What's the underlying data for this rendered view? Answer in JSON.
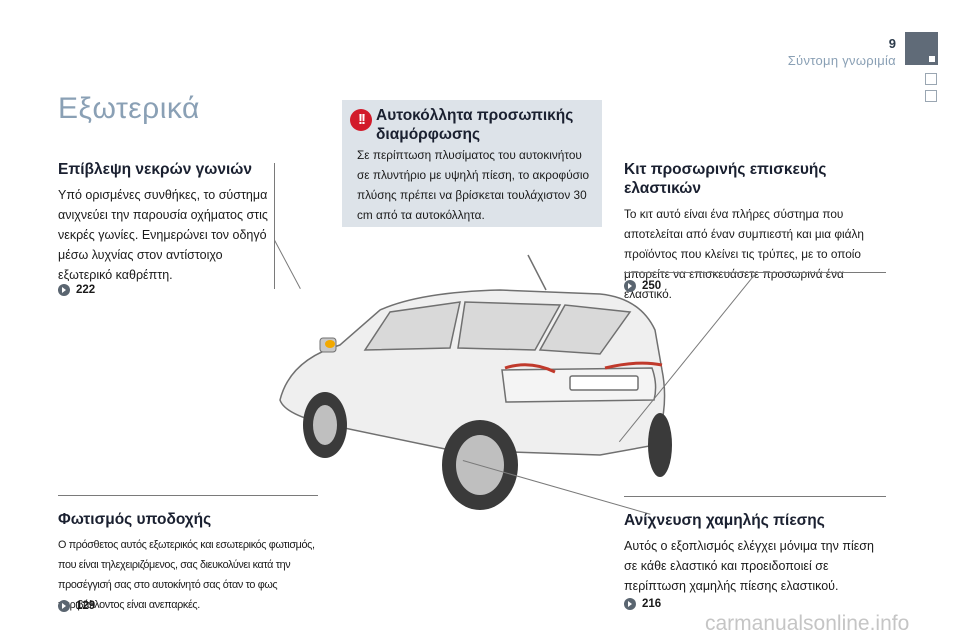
{
  "header": {
    "page_number": "9",
    "section_title": "Σύντομη γνωριμία"
  },
  "page_title": "Εξωτερικά",
  "sections": {
    "blind_spot": {
      "title": "Επίβλεψη νεκρών γωνιών",
      "text": "Υπό ορισμένες συνθήκες, το σύστημα ανιχνεύει την παρουσία οχήματος στις νεκρές γωνίες. Ενημερώνει τον οδηγό μέσω λυχνίας στον αντίστοιχο εξωτερικό καθρέπτη.",
      "ref": "222"
    },
    "stickers": {
      "title": "Αυτοκόλλητα προσωπικής διαμόρφωσης",
      "text": "Σε περίπτωση πλυσίματος του αυτοκινήτου σε πλυντήριο με υψηλή πίεση, το ακροφύσιο πλύσης πρέπει να βρίσκεται τουλάχιστον 30 cm από τα αυτοκόλλητα.",
      "icon": "warning-icon"
    },
    "repair_kit": {
      "title": "Κιτ προσωρινής επισκευής ελαστικών",
      "text": "Το κιτ αυτό είναι ένα πλήρες σύστημα που αποτελείται από έναν συμπιεστή και μια φιάλη προϊόντος που κλείνει τις τρύπες, με το οποίο μπορείτε να επισκευάσετε προσωρινά ένα ελαστικό.",
      "ref": "250"
    },
    "welcome_light": {
      "title": "Φωτισμός υποδοχής",
      "text": "Ο πρόσθετος αυτός εξωτερικός και εσωτερικός φωτισμός, που είναι τηλεχειριζόμενος, σας διευκολύνει κατά την προσέγγισή σας στο αυτοκίνητό σας όταν το φως περιβάλλοντος είναι ανεπαρκές.",
      "ref": "129"
    },
    "low_pressure": {
      "title": "Ανίχνευση χαμηλής πίεσης",
      "text": "Αυτός ο εξοπλισμός ελέγχει μόνιμα την πίεση σε κάθε ελαστικό και προειδοποιεί σε περίπτωση χαμηλής πίεσης ελαστικού.",
      "ref": "216"
    }
  },
  "watermark": "carmanualsonline.info",
  "colors": {
    "title_blue": "#8aa0b5",
    "warning_red": "#d21b2a",
    "notice_bg": "#dde3e9",
    "nav_active": "#606b78"
  }
}
